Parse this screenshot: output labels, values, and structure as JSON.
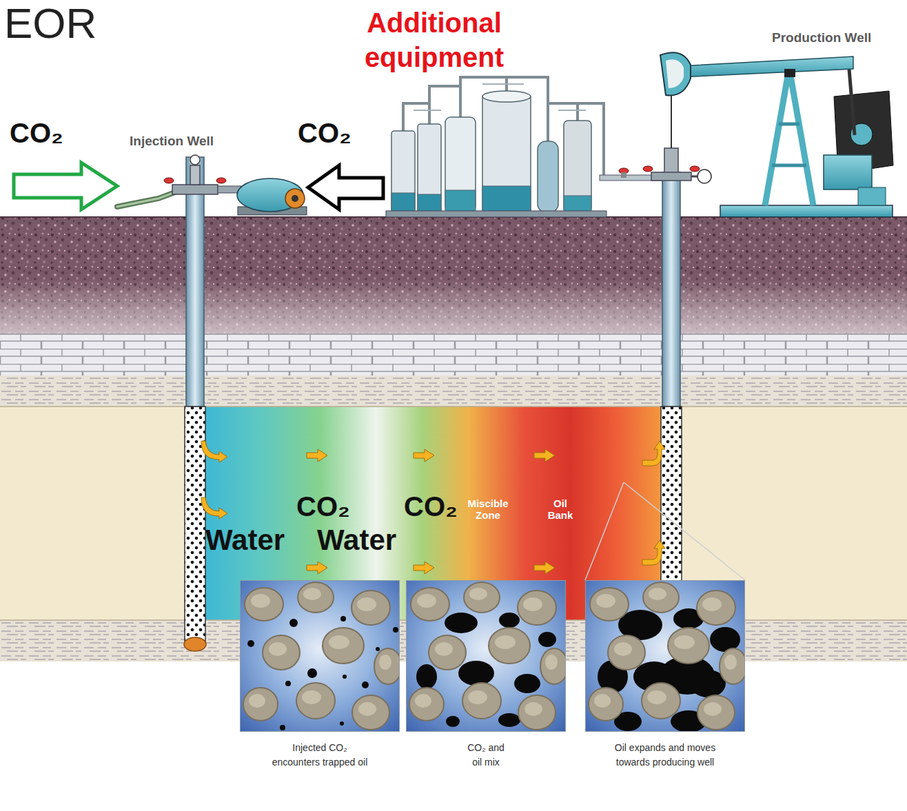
{
  "diagram": {
    "title": "EOR",
    "nodes": [
      {
        "text": [
          "Injected CO₂ encounters trapped oil"
        ]
      },
      {
        "text": [
          "CO₂ and oil mix"
        ]
      },
      {
        "text": [
          "Oil expands and moves towards producing well"
        ]
      }
    ],
    "labels": [
      "Additional equipment",
      "Production Well",
      "CO₂",
      "Injection Well",
      "CO₂",
      "CO₂",
      "Water",
      "CO₂",
      "Water",
      "Miscible Zone",
      "Oil Bank"
    ]
  }
}
